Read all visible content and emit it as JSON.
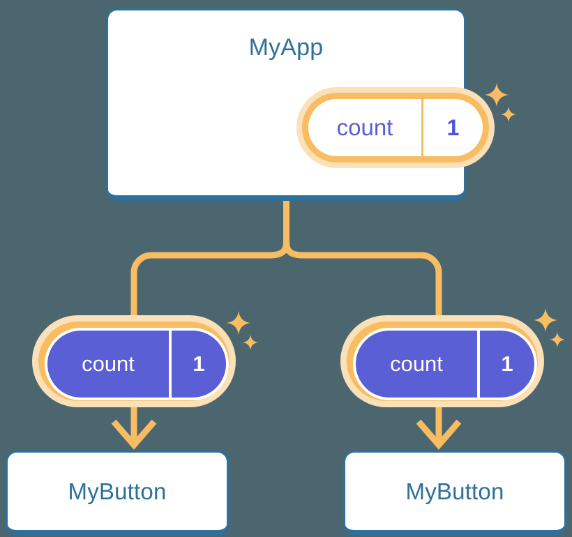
{
  "theme": {
    "background": "#4c6670",
    "card_border": "#2e7099",
    "card_fill": "#ffffff",
    "title_color": "#2e7099",
    "pill_ring": "#f8bd62",
    "pill_halo": "#fbe0b8",
    "pill_fill_top": "#ffffff",
    "pill_fill_bottom": "#5b5fd6",
    "text_indigo": "#5b5fd6",
    "text_white": "#ffffff",
    "connector": "#f8bd62"
  },
  "diagram": {
    "type": "component-tree",
    "root": {
      "title": "MyApp",
      "state": {
        "key": "count",
        "value": "1"
      }
    },
    "children": [
      {
        "title": "MyButton",
        "state": {
          "key": "count",
          "value": "1"
        }
      },
      {
        "title": "MyButton",
        "state": {
          "key": "count",
          "value": "1"
        }
      }
    ]
  },
  "icons": {
    "sparkle_large": "sparkle-icon",
    "sparkle_small": "sparkle-small-icon",
    "arrow": "arrow-down-icon"
  }
}
